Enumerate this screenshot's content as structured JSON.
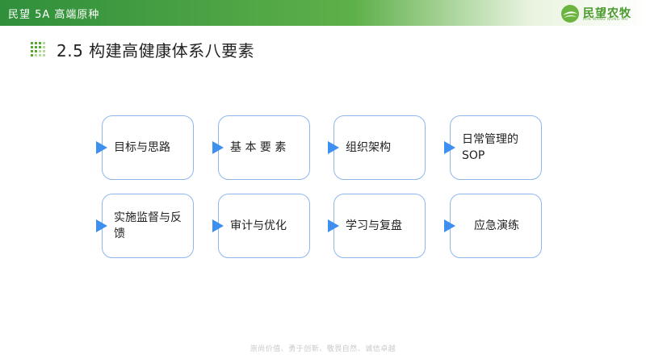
{
  "header": {
    "title": "民望 5A 高端原种",
    "logo_text": "民望农牧",
    "logo_sub": "MIN WANG NONG MU"
  },
  "slide": {
    "title": "2.5 构建高健康体系八要素"
  },
  "cards": [
    {
      "label": "目标与思路"
    },
    {
      "label": "基 本 要 素"
    },
    {
      "label": "组织架构"
    },
    {
      "label": "日常管理的SOP"
    },
    {
      "label": "实施监督与反馈"
    },
    {
      "label": "审计与优化"
    },
    {
      "label": "学习与复盘"
    },
    {
      "label": "应急演练"
    }
  ],
  "footer": {
    "slogan": "崇尚价值、勇于创新、敬畏自然、诚信卓越"
  },
  "colors": {
    "header_green": "#2f8f3b",
    "card_border": "#8fb7ee",
    "arrow_blue": "#3d8ff0"
  }
}
